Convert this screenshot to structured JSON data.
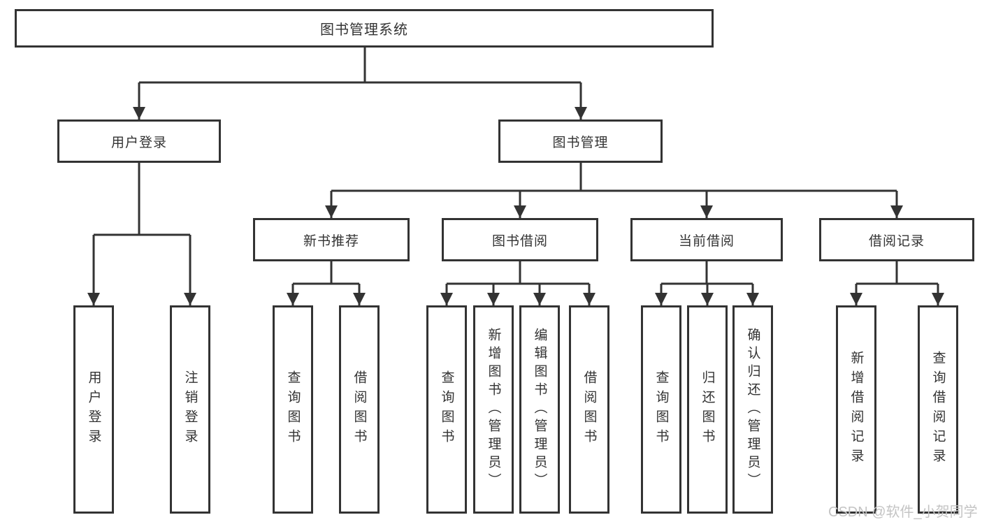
{
  "diagram": {
    "type": "hierarchy-tree",
    "colors": {
      "background": "#ffffff",
      "line": "#333333",
      "box_border": "#333333",
      "text": "#333333",
      "watermark": "#c4c4c4"
    },
    "tree": {
      "root": {
        "label": "图书管理系统"
      },
      "branches": [
        {
          "label": "用户登录",
          "children": [
            {
              "label": "用户登录"
            },
            {
              "label": "注销登录"
            }
          ]
        },
        {
          "label": "图书管理",
          "children": [
            {
              "label": "新书推荐",
              "children": [
                {
                  "label": "查询图书"
                },
                {
                  "label": "借阅图书"
                }
              ]
            },
            {
              "label": "图书借阅",
              "children": [
                {
                  "label": "查询图书"
                },
                {
                  "label": "新增图书（管理员）"
                },
                {
                  "label": "编辑图书（管理员）"
                },
                {
                  "label": "借阅图书"
                }
              ]
            },
            {
              "label": "当前借阅",
              "children": [
                {
                  "label": "查询图书"
                },
                {
                  "label": "归还图书"
                },
                {
                  "label": "确认归还（管理员）"
                }
              ]
            },
            {
              "label": "借阅记录",
              "children": [
                {
                  "label": "新增借阅记录"
                },
                {
                  "label": "查询借阅记录"
                }
              ]
            }
          ]
        }
      ]
    },
    "watermark": {
      "text": "CSDN @软件_小贺同学"
    }
  }
}
